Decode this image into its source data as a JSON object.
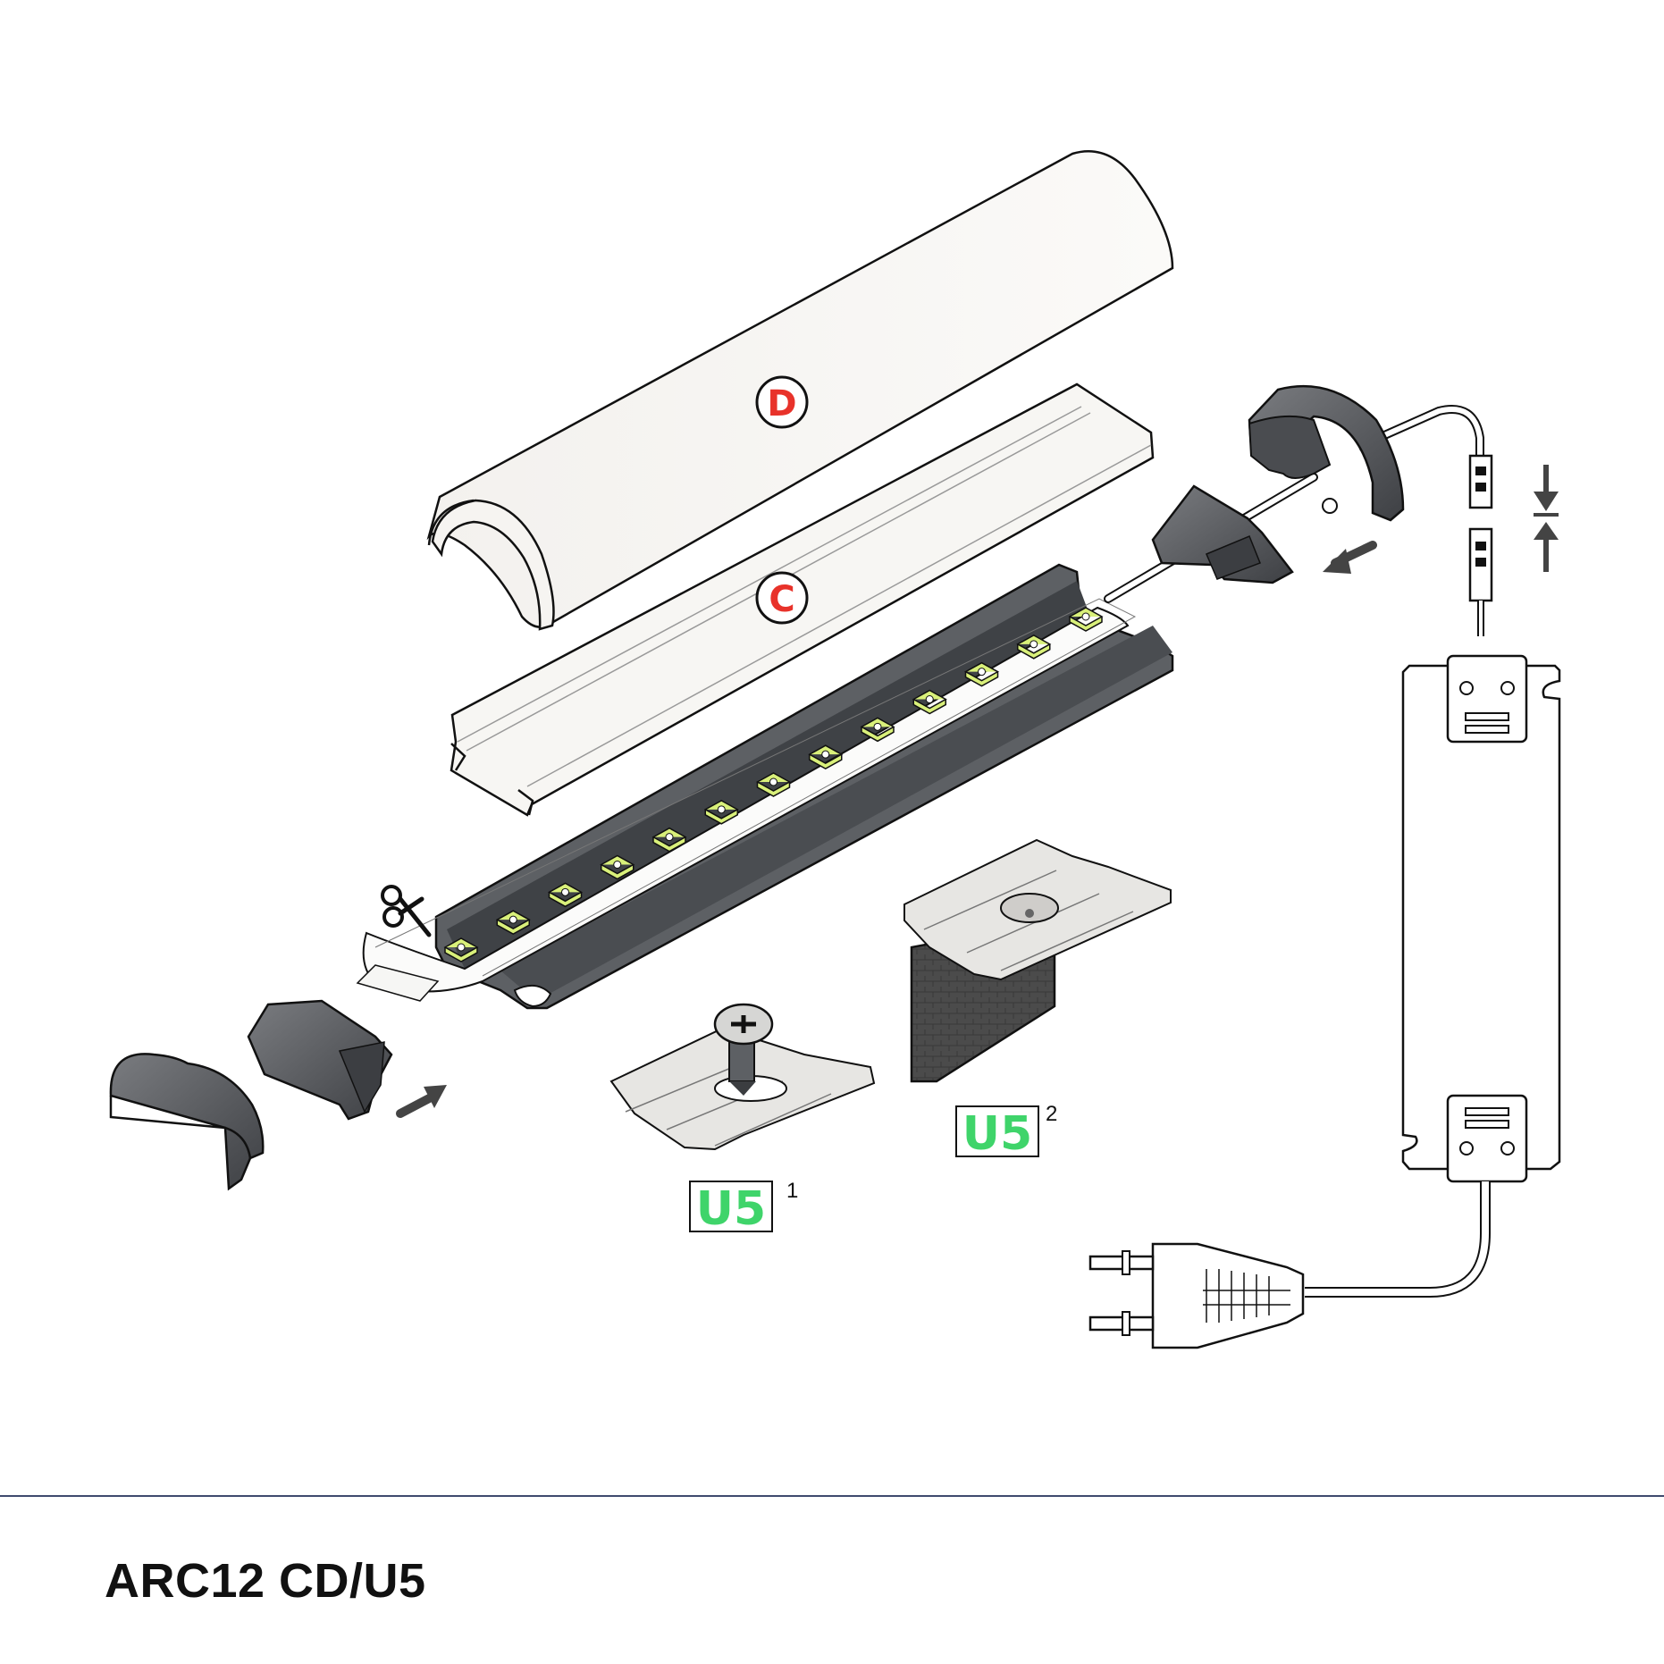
{
  "labels": {
    "diffuser": "D",
    "cover": "C",
    "mount_1": "U5",
    "mount_1_index": "1",
    "mount_2": "U5",
    "mount_2_index": "2"
  },
  "footer": {
    "title": "ARC12 CD/U5"
  },
  "colors": {
    "label_red": "#e8322a",
    "label_green": "#3fd46a",
    "profile_dark": "#55585c",
    "endcap_dark": "#5b5d61",
    "led_chip": "#d9f07a",
    "divider": "#3f4a6e"
  },
  "icons": [
    "scissors-icon",
    "arrow-icon",
    "press-arrows-icon",
    "screw-icon",
    "power-plug-icon"
  ]
}
